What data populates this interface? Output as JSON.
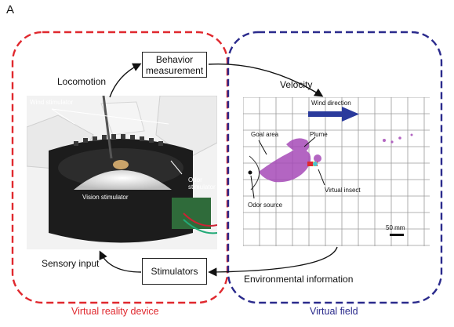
{
  "panel_letter": "A",
  "device": {
    "caption": "Virtual reality device",
    "border_color": "#e0282e",
    "photo_labels": {
      "wind": "Wind stimulator",
      "odor": "Odor\nstimulator",
      "vision": "Vision stimulator"
    }
  },
  "field": {
    "caption": "Virtual field",
    "border_color": "#2a2a8c",
    "labels": {
      "wind_direction": "Wind direction",
      "goal_area": "Goal area",
      "plume": "Plume",
      "odor_source": "Odor source",
      "virtual_insect": "Virtual insect",
      "scale": "50 mm"
    },
    "wind_arrow_color": "#2a3a9c",
    "plume_color": "#a64bb8"
  },
  "boxes": {
    "behavior": "Behavior\nmeasurement",
    "stimulators": "Stimulators"
  },
  "flow_labels": {
    "locomotion": "Locomotion",
    "velocity": "Velocity",
    "sensory_input": "Sensory input",
    "environmental_information": "Environmental information"
  }
}
